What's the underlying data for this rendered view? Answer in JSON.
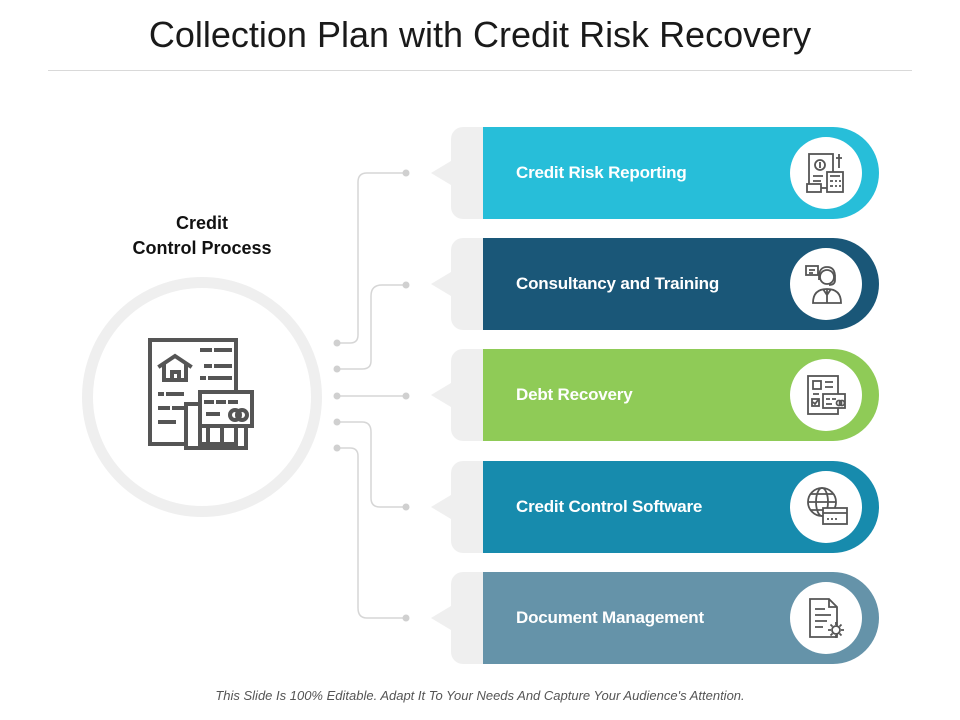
{
  "title": "Collection Plan with Credit Risk Recovery",
  "process": {
    "line1": "Credit",
    "line2": "Control Process"
  },
  "items": [
    {
      "label": "Credit Risk Reporting",
      "color": "#27bed9",
      "icon": "financial-report-icon"
    },
    {
      "label": "Consultancy and Training",
      "color": "#1a5778",
      "icon": "consultant-headset-icon"
    },
    {
      "label": "Debt Recovery",
      "color": "#8fcb57",
      "icon": "debt-document-icon"
    },
    {
      "label": "Credit Control Software",
      "color": "#178bad",
      "icon": "globe-credit-card-icon"
    },
    {
      "label": "Document Management",
      "color": "#6593a9",
      "icon": "document-gear-icon"
    }
  ],
  "colors": {
    "icon_stroke": "#555555",
    "tab_gray": "#efefef",
    "connector_gray": "#d6d6d6"
  },
  "footer": "This Slide Is 100% Editable. Adapt It To Your Needs And Capture Your Audience's Attention."
}
